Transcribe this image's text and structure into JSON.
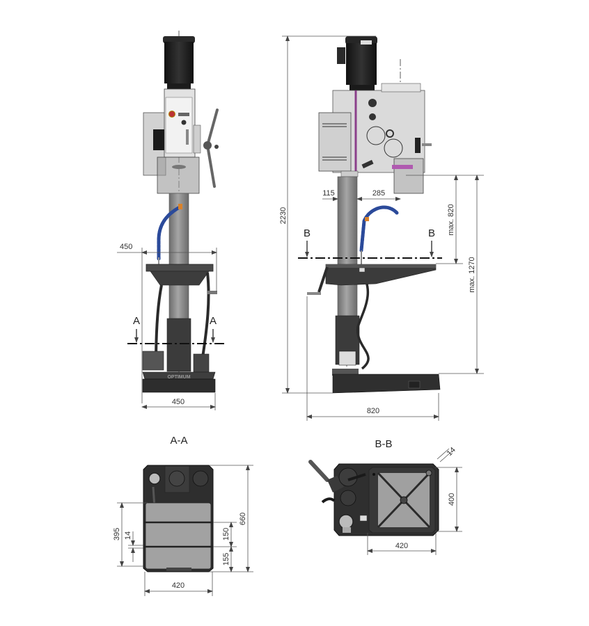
{
  "drawing": {
    "brand_label": "OPTIMUM",
    "colors": {
      "motor": "#1e1e1e",
      "head": "#d4d4d4",
      "column": "#8a8a8a",
      "base": "#2f2f2f",
      "table_top": "#a3a3a3",
      "coolant_hose": "#2b4a9a",
      "accent_purple": "#8a3f8a",
      "background": "#ffffff"
    },
    "front_view": {
      "table_width_label": "450",
      "base_width_label": "450",
      "section_marker_left": "A",
      "section_marker_right": "A"
    },
    "side_view": {
      "total_height_label": "2230",
      "column_offset_label": "115",
      "spindle_reach_label": "285",
      "max_spindle_table_label": "max. 820",
      "max_spindle_base_label": "max. 1270",
      "overall_depth_label": "820",
      "section_marker_left": "B",
      "section_marker_right": "B"
    },
    "section_aa": {
      "title": "A-A",
      "height_label": "660",
      "width_label": "420",
      "slot_area_label": "395",
      "slot_width_label": "14",
      "slot_spacing_label": "150",
      "slot_edge_label": "155"
    },
    "section_bb": {
      "title": "B-B",
      "table_height_label": "400",
      "table_width_label": "420",
      "slot_width_label": "14"
    }
  }
}
